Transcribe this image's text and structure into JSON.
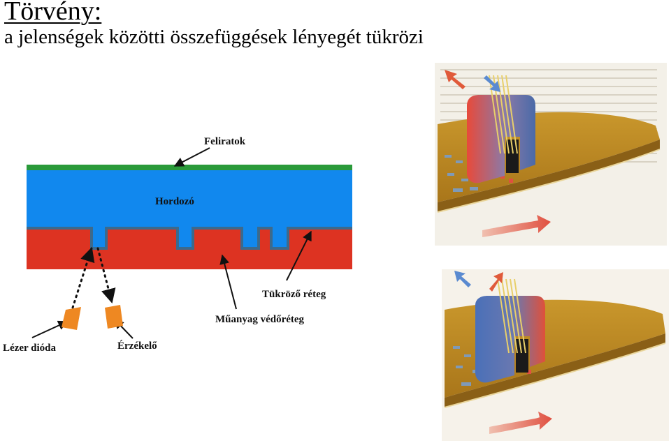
{
  "header": {
    "title": "Törvény:",
    "subtitle": "a jelenségek közötti összefüggések lényegét tükrözi"
  },
  "diagram": {
    "labels": {
      "feliratok": "Feliratok",
      "hordozo": "Hordozó",
      "tukrozo_reteg": "Tükröző réteg",
      "muanyag_vedoreteg": "Műanyag védőréteg",
      "lezer_dioda": "Lézer dióda",
      "erzekelo": "Érzékelő"
    },
    "colors": {
      "label_layer": "#2a9a3a",
      "substrate": "#1188ee",
      "reflective_layer": "#3c6a8c",
      "protective_layer": "#dd3322",
      "diode": "#ee8822"
    }
  }
}
